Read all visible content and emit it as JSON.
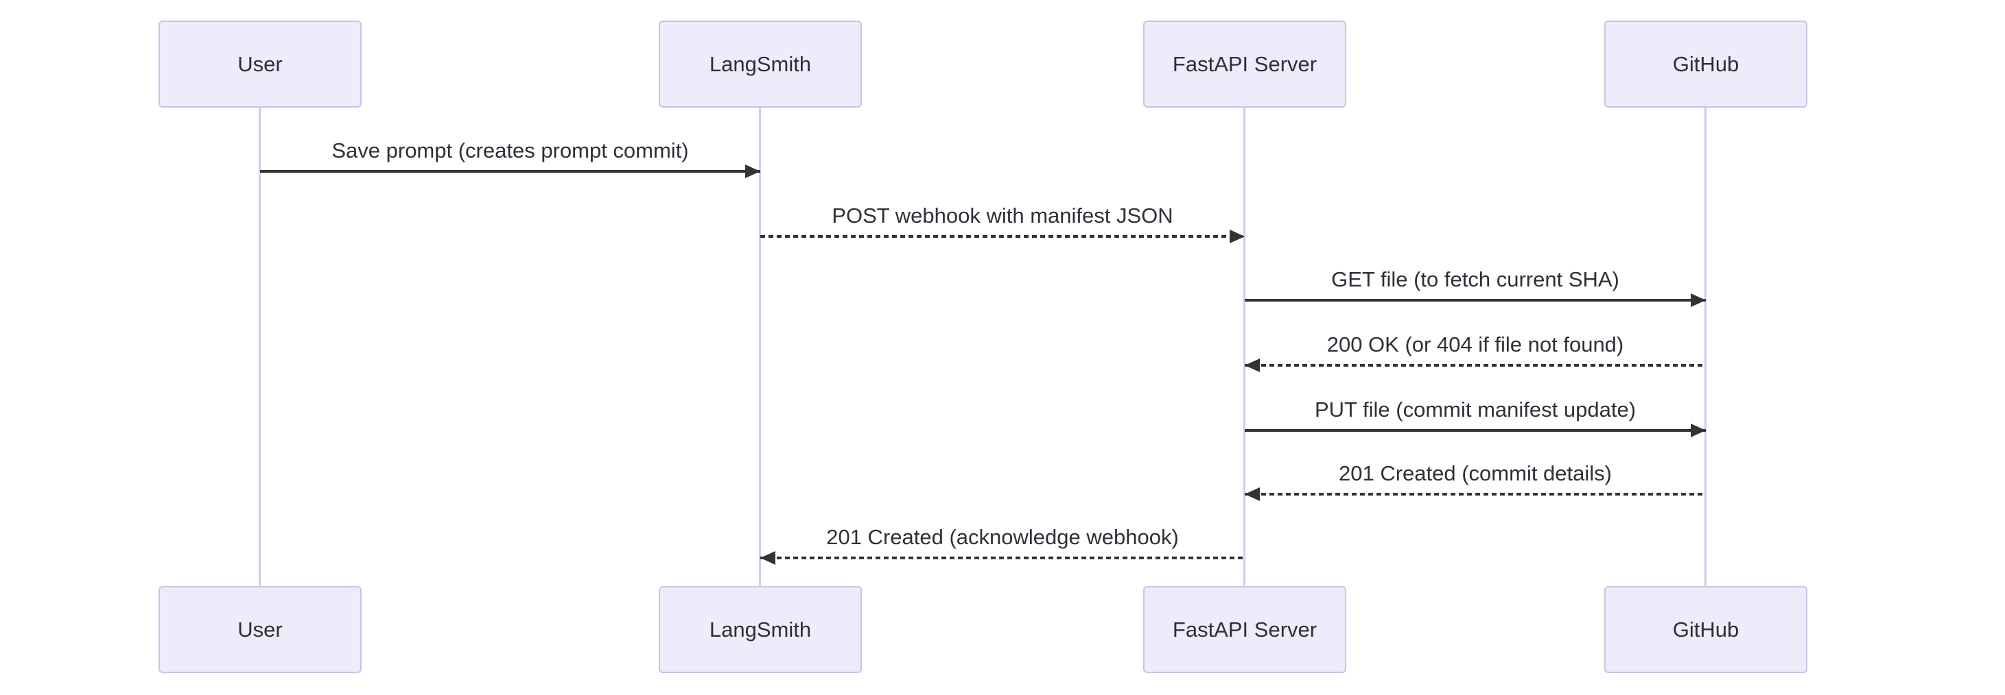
{
  "diagram": {
    "type": "sequence-diagram",
    "background_color": "#ffffff",
    "colors": {
      "actor_fill": "#ececfb",
      "actor_border": "#c9c3e8",
      "lifeline": "#d3cbec",
      "arrow": "#333333",
      "text": "#2f2f38"
    },
    "actors": [
      {
        "id": "user",
        "label": "User"
      },
      {
        "id": "langsmith",
        "label": "LangSmith"
      },
      {
        "id": "fastapi",
        "label": "FastAPI Server"
      },
      {
        "id": "github",
        "label": "GitHub"
      }
    ],
    "messages": [
      {
        "from": "User",
        "to": "LangSmith",
        "text": "Save prompt (creates prompt commit)",
        "line": "solid",
        "direction": "right"
      },
      {
        "from": "LangSmith",
        "to": "FastAPI Server",
        "text": "POST webhook with manifest JSON",
        "line": "dashed",
        "direction": "right"
      },
      {
        "from": "FastAPI Server",
        "to": "GitHub",
        "text": "GET file (to fetch current SHA)",
        "line": "solid",
        "direction": "right"
      },
      {
        "from": "GitHub",
        "to": "FastAPI Server",
        "text": "200 OK (or 404 if file not found)",
        "line": "dashed",
        "direction": "left"
      },
      {
        "from": "FastAPI Server",
        "to": "GitHub",
        "text": "PUT file (commit manifest update)",
        "line": "solid",
        "direction": "right"
      },
      {
        "from": "GitHub",
        "to": "FastAPI Server",
        "text": "201 Created (commit details)",
        "line": "dashed",
        "direction": "left"
      },
      {
        "from": "FastAPI Server",
        "to": "LangSmith",
        "text": "201 Created (acknowledge webhook)",
        "line": "dashed",
        "direction": "left"
      }
    ]
  }
}
